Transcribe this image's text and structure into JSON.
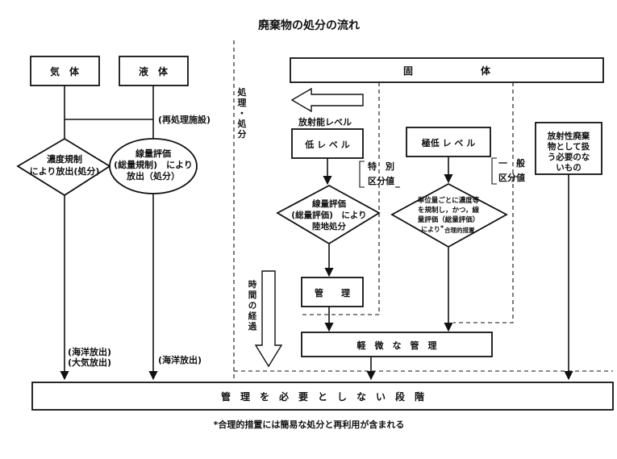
{
  "title": "廃棄物の処分の流れ",
  "gas": {
    "label": "気　体",
    "diamond_line1": "濃度規制",
    "diamond_line2": "により放出(処分)",
    "release_line1": "(海洋放出)",
    "release_line2": "(大気放出)"
  },
  "liquid": {
    "label": "液　体",
    "reprocessing": "(再処理施設)",
    "ellipse_line1": "線量評価",
    "ellipse_line2": "(総量規制)　により",
    "ellipse_line3": "放出（処分）",
    "release": "(海洋放出)"
  },
  "divider": {
    "vertical_label": [
      "処",
      "理",
      "・",
      "処",
      "分"
    ]
  },
  "solid": {
    "label": "固　　　　　　　体",
    "activity_level": "放射能レベル",
    "low": {
      "label": "低 レ ベ ル",
      "special_line1": "特　別",
      "special_line2": "区分値",
      "diamond_line1": "線量評価",
      "diamond_line2": "(総量評価)　により",
      "diamond_line3": "陸地処分",
      "managed": "管　　理"
    },
    "very_low": {
      "label": "極低 レ ベ ル",
      "general_line1": "一　般",
      "general_line2": "区分値",
      "diamond_line1": "単位量ごとに濃度等",
      "diamond_line2": "を規制し，かつ，線",
      "diamond_line3": "量評価（総量評価）",
      "diamond_line4": "により",
      "diamond_line4_suffix": "合理的措置"
    },
    "exempt": {
      "line1": "放射性廃棄",
      "line2": "物として扱",
      "line3": "う必要のな",
      "line4": "いもの"
    },
    "minor_management": "軽　微　な　管　理"
  },
  "time": {
    "vertical_label": [
      "時",
      "間",
      "の",
      "経",
      "過"
    ]
  },
  "bottom": {
    "label": "管　理　を　必　要　と　し　な　い　段　階"
  },
  "footnote": "*合理的措置には簡易な処分と再利用が含まれる"
}
